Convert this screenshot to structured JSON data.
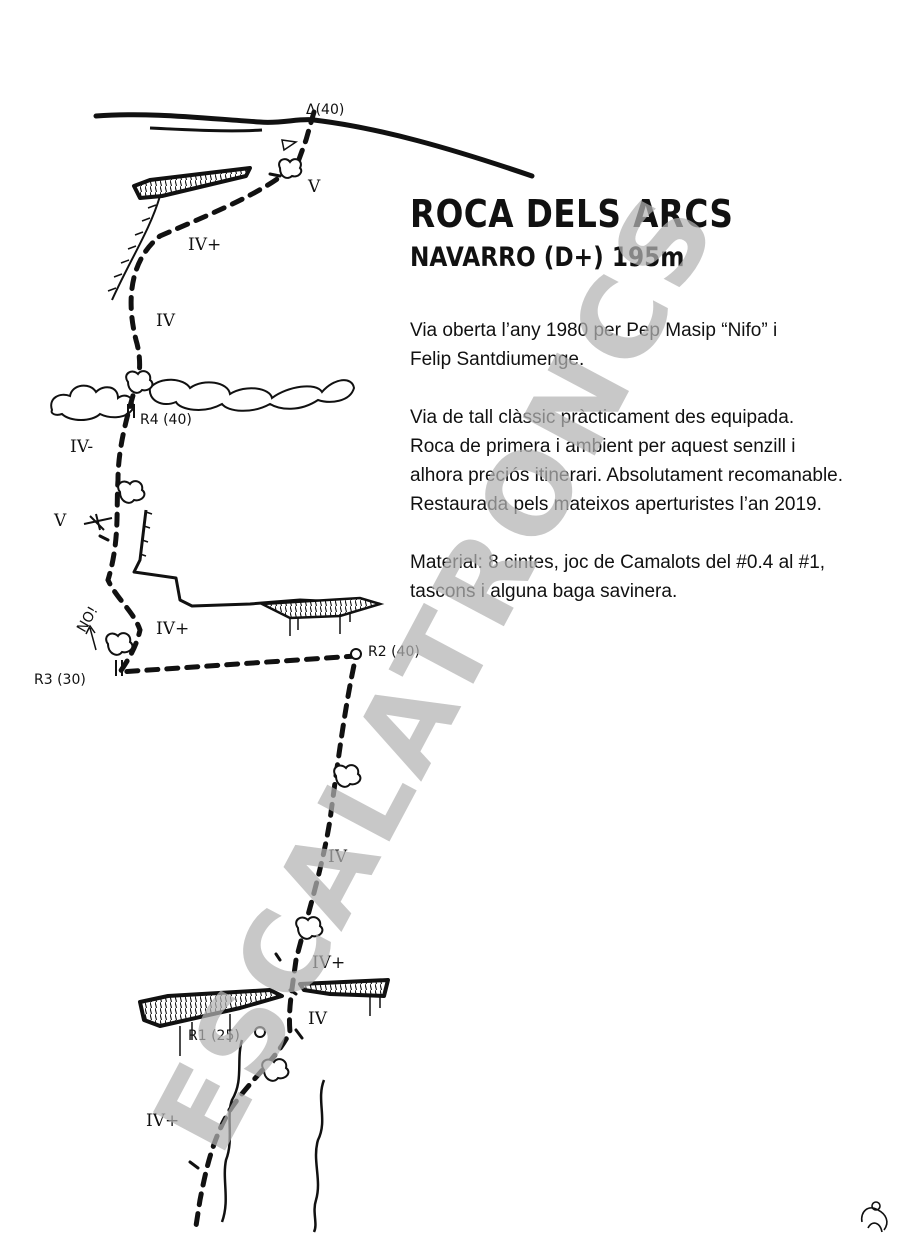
{
  "topo": {
    "title": "ROCA DELS ARCS",
    "subtitle": "NAVARRO (D+) 195m",
    "description": [
      "Via oberta l’any 1980 per Pep Masip “Nifo” i",
      "Felip Santdiumenge.",
      "Via de tall clàssic pràcticament des equipada.",
      "Roca de primera i ambient per aquest senzill i",
      "alhora preciós itinerari. Absolutament recomanable.",
      "Restaurada pels mateixos aperturistes l’an 2019.",
      "Material: 8 cintes, joc de Camalots del #0.4 al #1,",
      "tascons i alguna baga savinera."
    ]
  },
  "diagram": {
    "summit": "Δ(40)",
    "belays": {
      "r1": "R1 (25)",
      "r2": "R2 (40)",
      "r3": "R3 (30)",
      "r4": "R4 (40)"
    },
    "grades": {
      "g_top_v": "V",
      "g_iv_plus_1": "IV+",
      "g_iv_1": "IV",
      "g_iv_minus": "IV-",
      "g_v_left": "V",
      "g_iv_plus_2": "IV+",
      "g_iv_2": "IV",
      "g_iv_plus_3": "IV+",
      "g_iv_3": "IV",
      "g_iv_plus_bottom": "IV+"
    },
    "note": "NO!"
  },
  "watermark": {
    "text": "ESCALATRONCS",
    "color": "#b4b4b4"
  },
  "colors": {
    "ink": "#111111",
    "background": "#ffffff"
  }
}
